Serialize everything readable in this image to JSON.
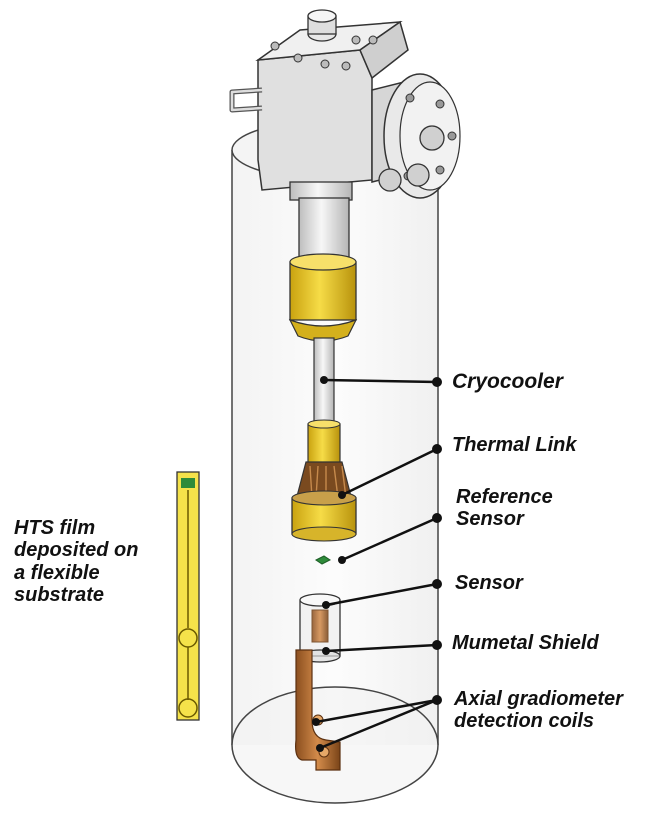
{
  "labels": {
    "cryocooler": "Cryocooler",
    "thermal_link": "Thermal Link",
    "reference_sensor": [
      "Reference",
      "Sensor"
    ],
    "sensor": "Sensor",
    "mumetal_shield": "Mumetal Shield",
    "axial_gradiometer": [
      "Axial gradiometer",
      "detection coils"
    ],
    "hts_film": [
      "HTS film",
      "deposited on",
      "a flexible",
      "substrate"
    ]
  },
  "colors": {
    "gold": "#f2cf2a",
    "copper": "#b8733a",
    "steel": "#e6e6e6",
    "outline": "#333333",
    "sensor_chip": "#2e8b3a"
  }
}
